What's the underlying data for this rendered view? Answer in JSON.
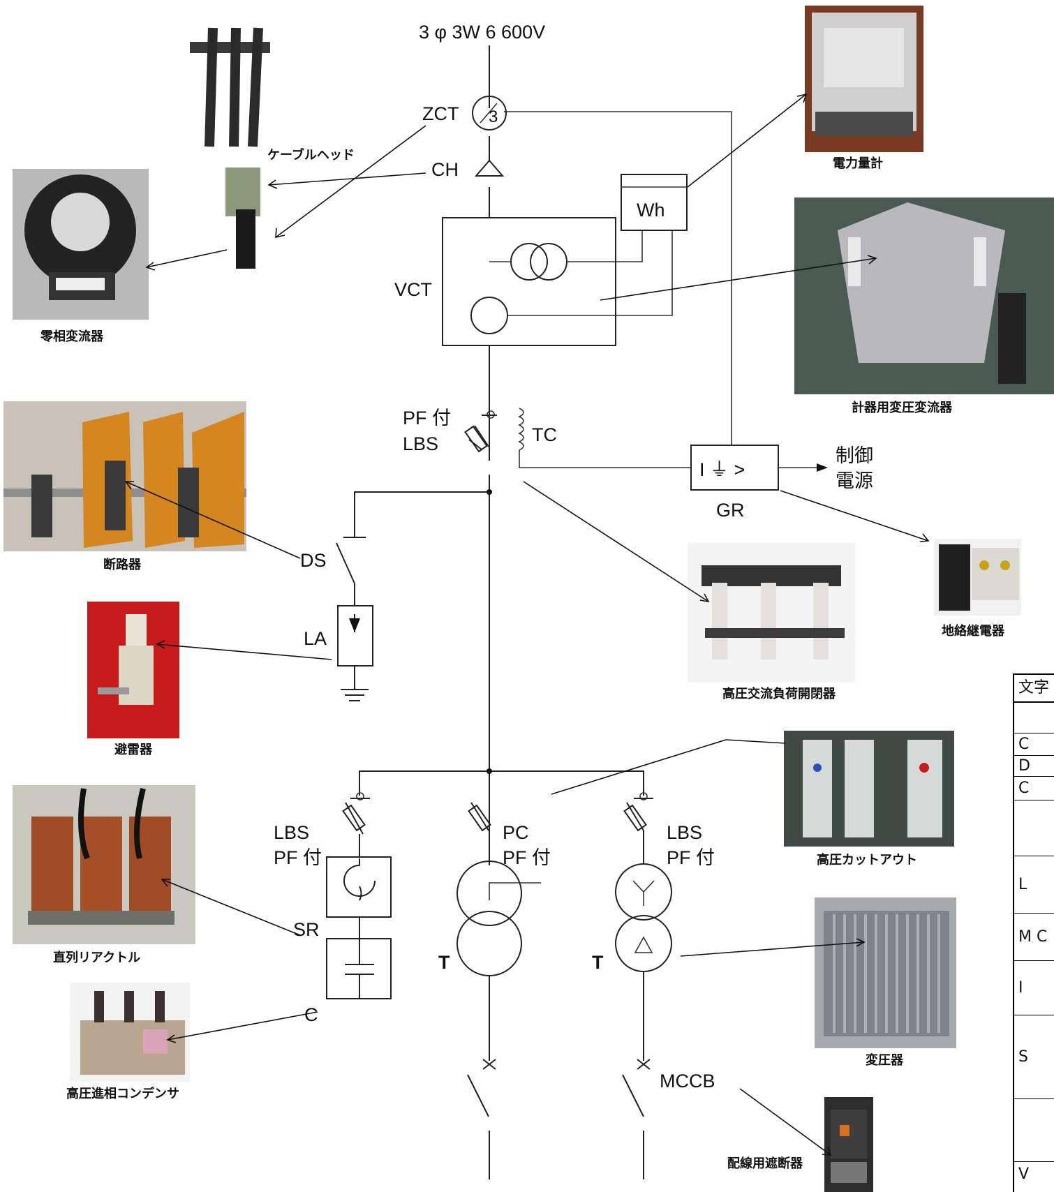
{
  "diagram": {
    "supply": "3 φ 3W 6 600V",
    "symbols": {
      "zct": "ZCT",
      "zct_turns": "3",
      "ch": "CH",
      "wh": "Wh",
      "vct": "VCT",
      "pf_lbs_line1": "PF 付",
      "pf_lbs_line2": "LBS",
      "tc": "TC",
      "gr": "GR",
      "gr_box": "I ⏚ >",
      "control_power_line1": "制御",
      "control_power_line2": "電源",
      "ds": "DS",
      "la": "LA",
      "lbs_left_line1": "LBS",
      "lbs_left_line2": "PF 付",
      "pc_line1": "PC",
      "pc_line2": "PF 付",
      "lbs_right_line1": "LBS",
      "lbs_right_line2": "PF 付",
      "sr": "SR",
      "c": "C",
      "t_left": "T",
      "t_right": "T",
      "mccb": "MCCB"
    },
    "captions": {
      "cable_head": "ケーブルヘッド",
      "zct_photo": "零相変流器",
      "wh_photo": "電力量計",
      "vct_photo": "計器用変圧変流器",
      "ds_photo": "断路器",
      "la_photo": "避雷器",
      "gr_photo": "地絡継電器",
      "lbs_photo": "高圧交流負荷開閉器",
      "pc_photo": "高圧カットアウト",
      "sr_photo": "直列リアクトル",
      "t_photo": "変圧器",
      "c_photo": "高圧進相コンデンサ",
      "mccb_photo": "配線用遮断器"
    }
  },
  "table": {
    "rows": [
      "文字",
      "",
      "C",
      "D",
      "C",
      "",
      "L",
      "M C",
      "I",
      "S",
      "",
      "V"
    ]
  }
}
